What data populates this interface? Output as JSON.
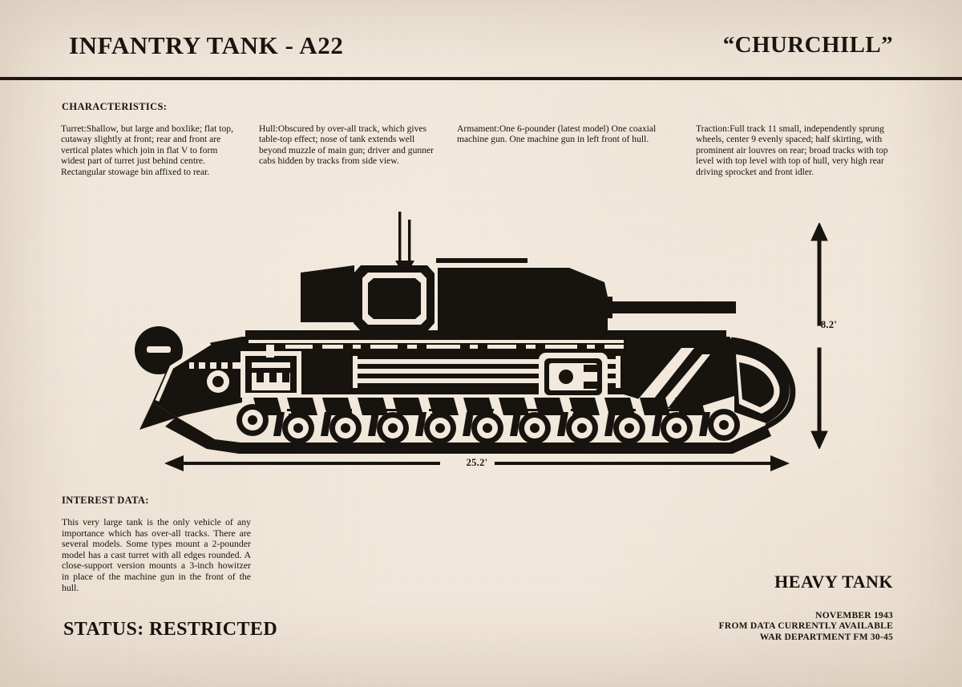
{
  "poster": {
    "title_left": "INFANTRY TANK - A22",
    "title_right": "“CHURCHILL”",
    "ink_color": "#17130f",
    "paper_color": "#f2e9dc"
  },
  "characteristics": {
    "heading": "CHARACTERISTICS:",
    "entries": [
      {
        "label": "Turret:",
        "text": "Shallow, but large and boxlike; flat top, cutaway slightly at front; rear and front are vertical plates which join in flat V to form widest part of turret just behind centre. Rectangular stowage bin affixed to rear."
      },
      {
        "label": "Hull:",
        "text": "Obscured by over-all track, which gives table-top effect; nose of tank extends well beyond muzzle of main gun; driver and gunner cabs hidden by tracks from side view."
      },
      {
        "label": "Armament:",
        "text": "One 6-pounder (latest model) One coaxial machine gun. One machine gun in left front of hull."
      },
      {
        "label": "Traction:",
        "text": "Full track 11 small, independently sprung wheels, center 9 evenly spaced; half skirting, with prominent air louvres on rear; broad tracks with top level with top level with top of hull, very high rear driving sprocket and front idler."
      }
    ]
  },
  "dimensions": {
    "height_label": "8.2'",
    "length_label": "25.2'"
  },
  "interest_data": {
    "heading": "INTEREST DATA:",
    "text": "This very large tank is the only vehicle of any importance which has over-all tracks. There are several models. Some types mount a 2-pounder model has a cast turret with all edges rounded. A close-support version mounts a 3-inch howitzer in place of the machine gun in the front of the hull."
  },
  "footer": {
    "class_label": "HEAVY TANK",
    "date": "NOVEMBER 1943",
    "source_note": "FROM DATA CURRENTLY AVAILABLE",
    "document_ref": "WAR DEPARTMENT FM 30-45",
    "status": "STATUS: RESTRICTED"
  },
  "illustration": {
    "subject": "churchill-tank-side-silhouette",
    "road_wheel_count": 11
  }
}
